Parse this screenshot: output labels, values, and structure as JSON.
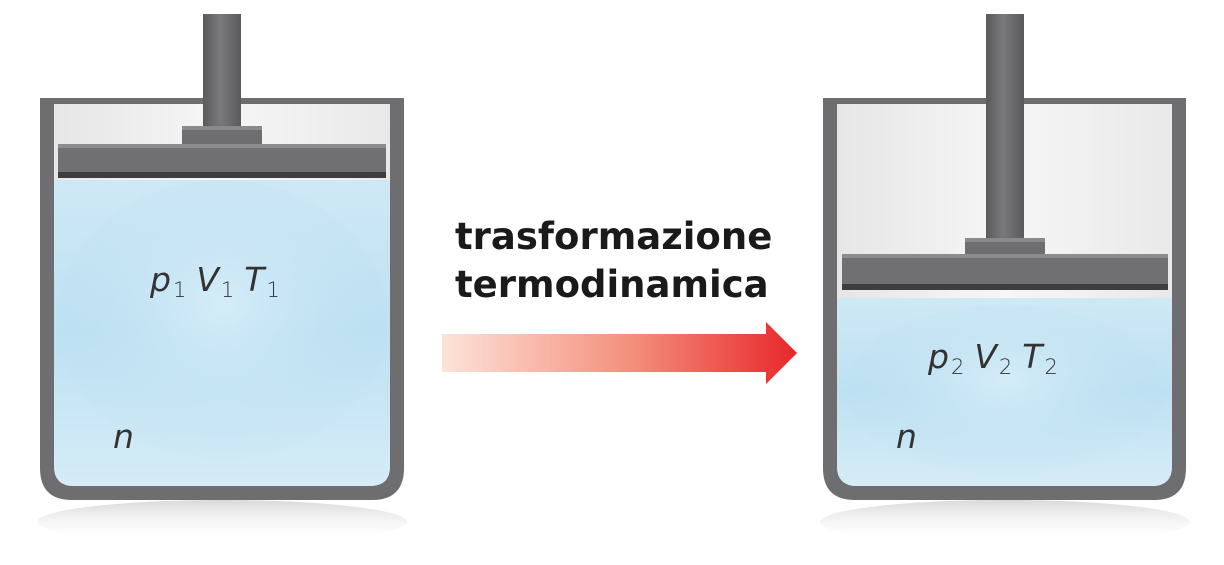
{
  "caption": {
    "line1": "trasformazione",
    "line2": "termodinamica"
  },
  "left_state": {
    "p": "p",
    "p_sub": "1",
    "V": "V",
    "V_sub": "1",
    "T": "T",
    "T_sub": "1",
    "moles": "n"
  },
  "right_state": {
    "p": "p",
    "p_sub": "2",
    "V": "V",
    "V_sub": "2",
    "T": "T",
    "T_sub": "2",
    "moles": "n"
  },
  "colors": {
    "arrow_start": "#fde3d9",
    "arrow_end": "#e8262b",
    "gas": "#c4e3f2",
    "cylinder_wall": "#6e6e70",
    "piston": "#707072",
    "caption_text": "#1a1a1a"
  }
}
